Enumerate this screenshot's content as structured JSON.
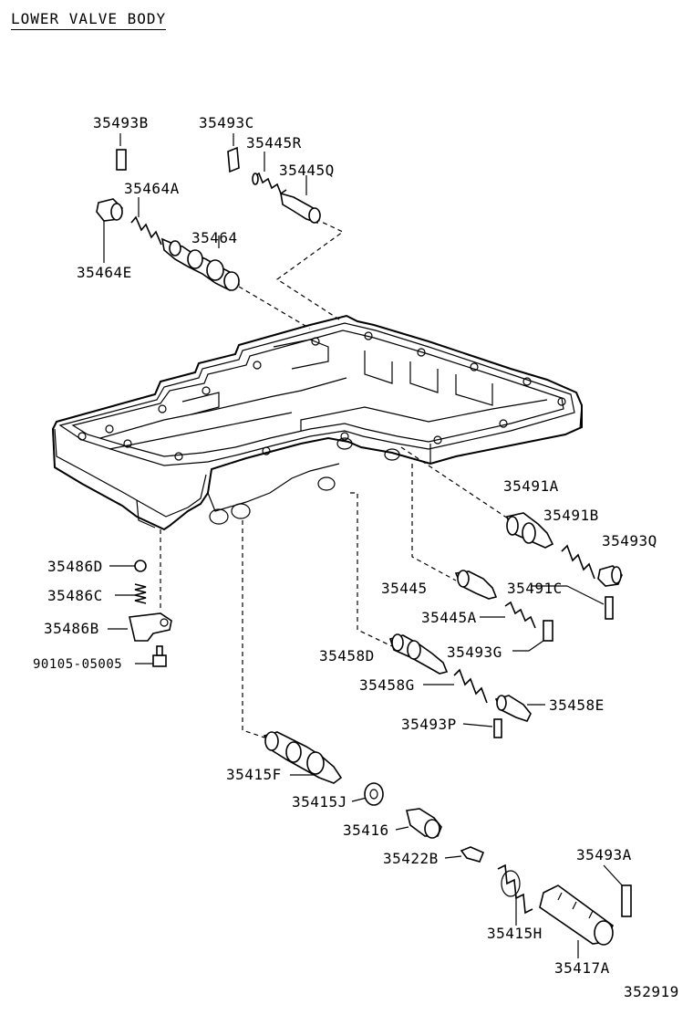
{
  "title": "LOWER VALVE BODY",
  "figure_number": "352919",
  "labels": {
    "p35493B": "35493B",
    "p35493C": "35493C",
    "p35445R": "35445R",
    "p35445Q": "35445Q",
    "p35464A": "35464A",
    "p35464": "35464",
    "p35464E": "35464E",
    "p35491A": "35491A",
    "p35491B": "35491B",
    "p35493Q": "35493Q",
    "p35445": "35445",
    "p35491C": "35491C",
    "p35445A": "35445A",
    "p35493G": "35493G",
    "p35486D": "35486D",
    "p35486C": "35486C",
    "p35486B": "35486B",
    "p90105": "90105-05005",
    "p35458D": "35458D",
    "p35458G": "35458G",
    "p35458E": "35458E",
    "p35493P": "35493P",
    "p35415F": "35415F",
    "p35415J": "35415J",
    "p35416": "35416",
    "p35422B": "35422B",
    "p35493A": "35493A",
    "p35415H": "35415H",
    "p35417A": "35417A"
  }
}
